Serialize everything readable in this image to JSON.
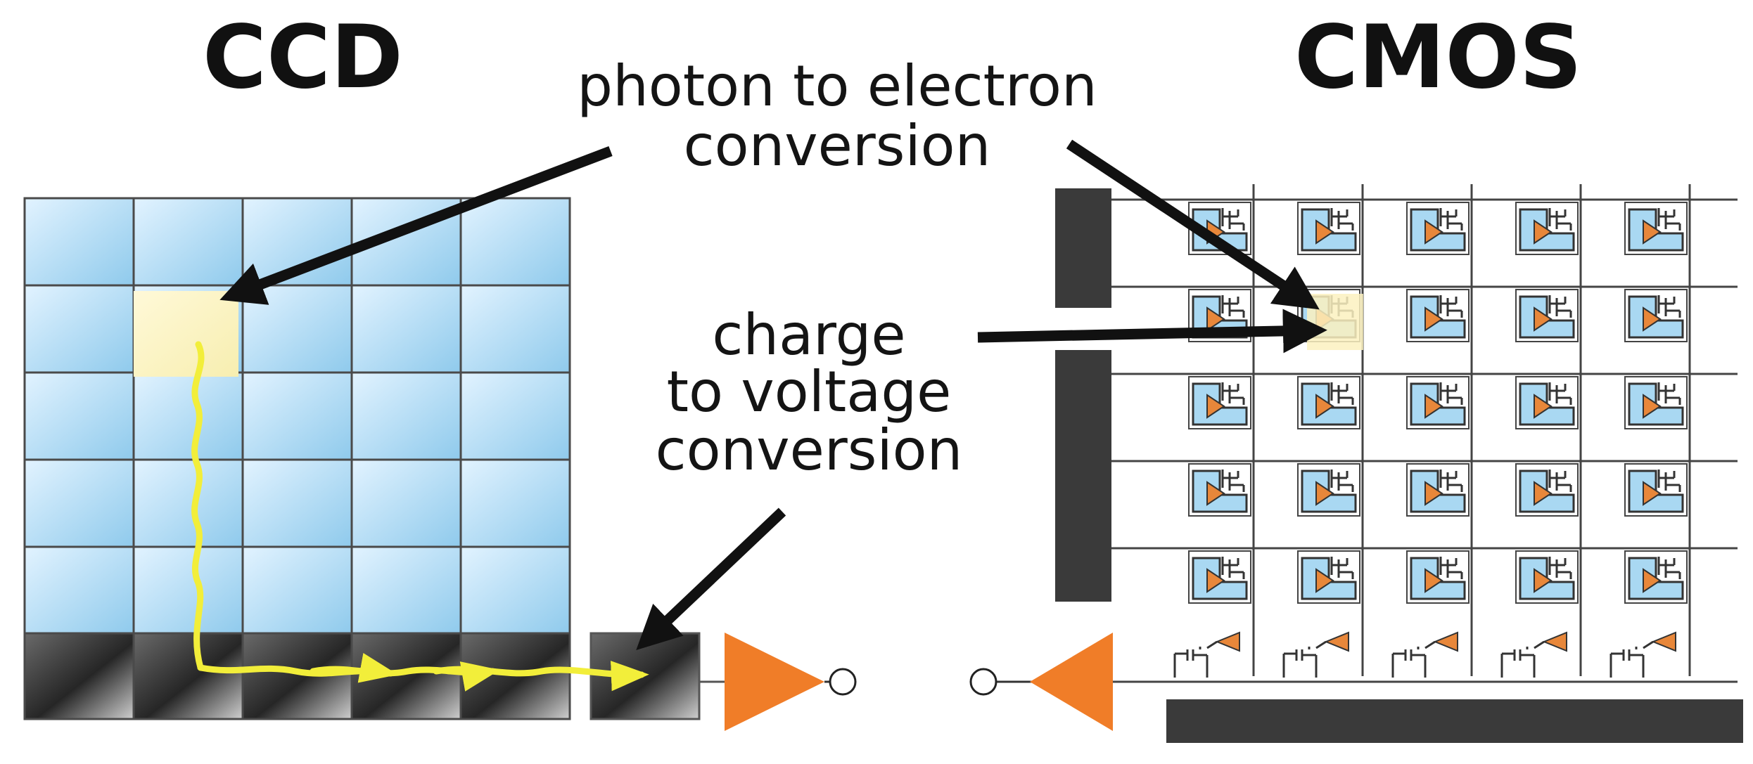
{
  "titles": {
    "ccd": "CCD",
    "cmos": "CMOS"
  },
  "labels": {
    "photon_line1": "photon to electron",
    "photon_line2": "conversion",
    "charge_line1": "charge",
    "charge_line2": "to voltage",
    "charge_line3": "conversion"
  },
  "colors": {
    "pixel_light_blue": "#d9efff",
    "pixel_blue": "#94ceee",
    "highlight_pixel": "#fcf3c0",
    "charge_path": "#f2ee3a",
    "amplifier": "#f07d28",
    "register_dark": "#2b2b2b",
    "bus_dark": "#3a3a3a",
    "grid_line": "#444444",
    "text": "#141414"
  }
}
